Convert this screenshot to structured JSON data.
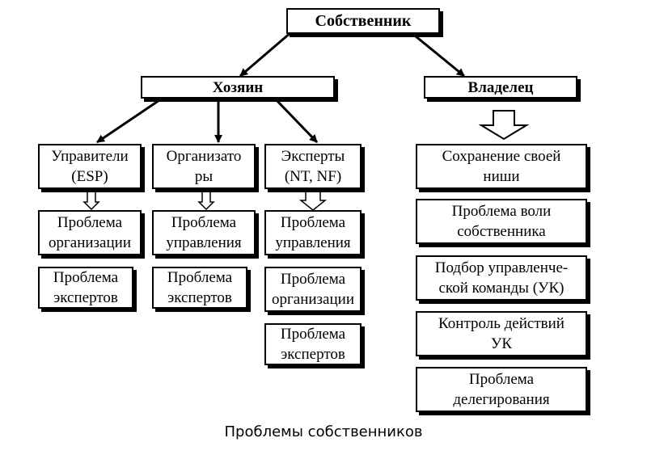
{
  "nodes": {
    "owner": "Собственник",
    "master": "Хозяин",
    "holder": "Владелец",
    "managers": "Управители\n(ESP)",
    "organizers": "Организато\nры",
    "experts": "Эксперты\n(NT, NF)",
    "m_org": "Проблема\nорганизации",
    "m_exp": "Проблема\nэкспертов",
    "o_man": "Проблема\nуправления",
    "o_exp": "Проблема\nэкспертов",
    "e_man": "Проблема\nуправления",
    "e_org": "Проблема\nорганизации",
    "e_exp": "Проблема\nэкспертов",
    "h_niche": "Сохранение своей\nниши",
    "h_will": "Проблема воли\nсобственника",
    "h_team": "Подбор управленче-\nской команды (УК)",
    "h_control": "Контроль действий\nУК",
    "h_deleg": "Проблема\nделегирования"
  },
  "caption": "Проблемы собственников"
}
